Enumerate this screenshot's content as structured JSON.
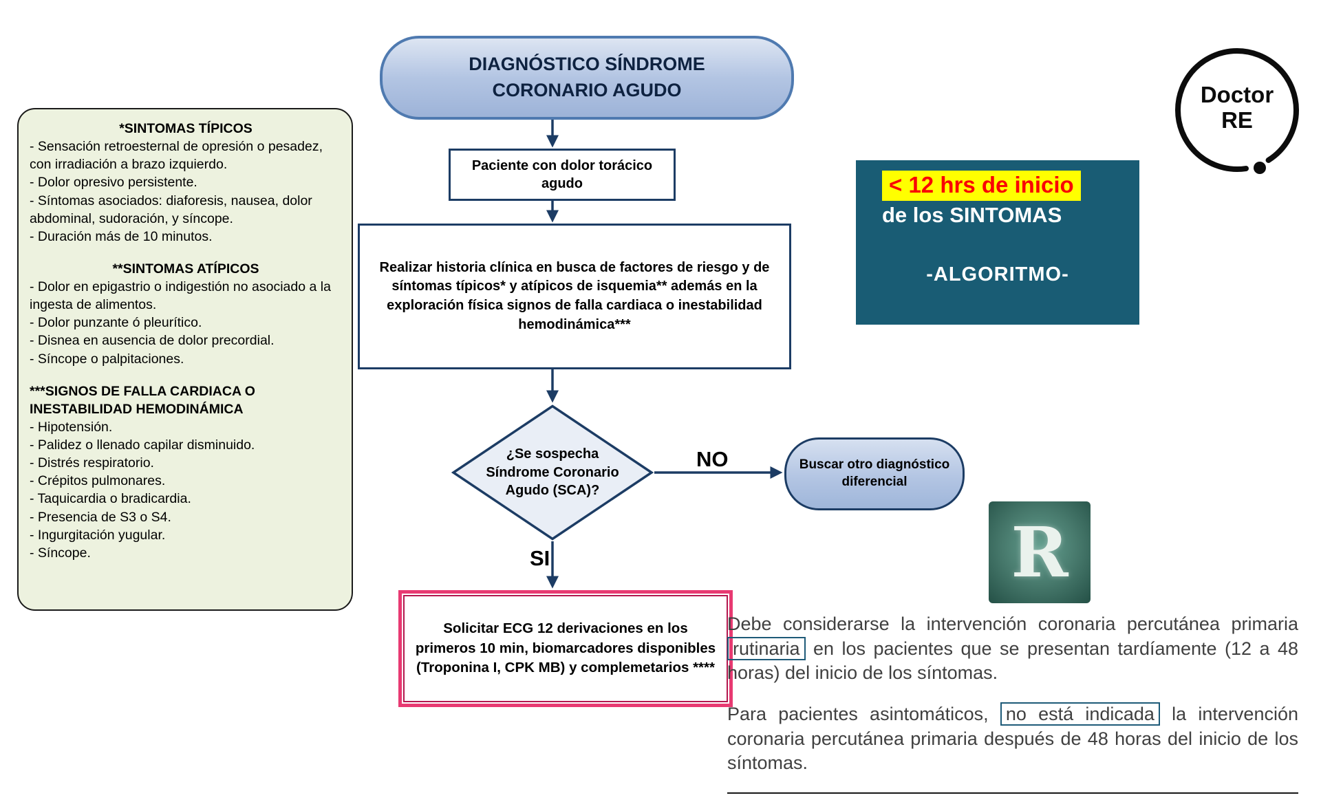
{
  "logo": {
    "line1": "Doctor",
    "line2": "RE"
  },
  "badge": {
    "highlight": "< 12 hrs de inicio",
    "line2": "de los SINTOMAS",
    "line3": "-ALGORITMO-"
  },
  "flowchart": {
    "title": "DIAGNÓSTICO SÍNDROME CORONARIO AGUDO",
    "node_patient": "Paciente con dolor torácico agudo",
    "node_history": "Realizar historia clínica en busca de factores de riesgo y de síntomas típicos* y atípicos de isquemia** además en la exploración física signos de falla cardiaca o inestabilidad hemodinámica***",
    "decision": "¿Se sospecha Síndrome Coronario Agudo (SCA)?",
    "label_no": "NO",
    "label_si": "SI",
    "node_differential": "Buscar otro diagnóstico diferencial",
    "node_ecg": "Solicitar ECG 12 derivaciones en los primeros 10 min, biomarcadores disponibles (Troponina I, CPK MB) y complemetarios ****"
  },
  "sidebar": {
    "sections": [
      {
        "heading": "*SINTOMAS TÍPICOS",
        "items": [
          "- Sensación retroesternal de opresión o pesadez, con irradiación a brazo izquierdo.",
          "- Dolor opresivo persistente.",
          "- Síntomas asociados: diaforesis, nausea, dolor abdominal, sudoración, y síncope.",
          "- Duración más de 10 minutos."
        ]
      },
      {
        "heading": "**SINTOMAS ATÍPICOS",
        "items": [
          "- Dolor en epigastrio o indigestión no asociado a la ingesta de alimentos.",
          "- Dolor punzante ó pleurítico.",
          "- Disnea en ausencia de dolor precordial.",
          "- Síncope o palpitaciones."
        ]
      },
      {
        "heading": "***SIGNOS DE FALLA CARDIACA O INESTABILIDAD HEMODINÁMICA",
        "items": [
          "- Hipotensión.",
          "- Palidez o llenado capilar disminuido.",
          "- Distrés respiratorio.",
          "- Crépitos pulmonares.",
          "- Taquicardia o bradicardia.",
          "- Presencia de S3 o S4.",
          "- Ingurgitación yugular.",
          "- Síncope."
        ]
      }
    ]
  },
  "watermark": {
    "letter": "R"
  },
  "footnotes": {
    "p1_pre": "Debe considerarse la intervención coronaria percutánea primaria ",
    "p1_box": "rutinaria",
    "p1_post": " en los pacientes que se presentan tardíamente (12 a 48 horas) del inicio de los síntomas.",
    "p2_pre": "Para pacientes asintomáticos, ",
    "p2_box": "no está indicada",
    "p2_post": " la intervención coronaria percutánea primaria después de 48 horas del inicio de los síntomas."
  },
  "colors": {
    "navy": "#1c3c64",
    "node_border_blue": "#4f7ab0",
    "node_fill_blue": "#b3c5e3",
    "pink_border": "#e83a72",
    "teal_badge": "#195c74",
    "highlight_yellow": "#ffff00",
    "highlight_red": "#f90205",
    "notes_bg": "#edf2df",
    "r_logo_teal": "#47796c"
  }
}
